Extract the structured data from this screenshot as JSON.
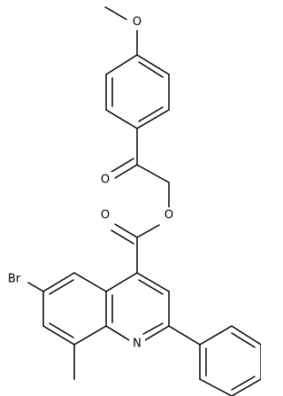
{
  "atom_labels": {
    "o_methoxy": "O",
    "o_ketone": "O",
    "o_carbonyl": "O",
    "o_ester": "O",
    "br": "Br",
    "n": "N"
  }
}
